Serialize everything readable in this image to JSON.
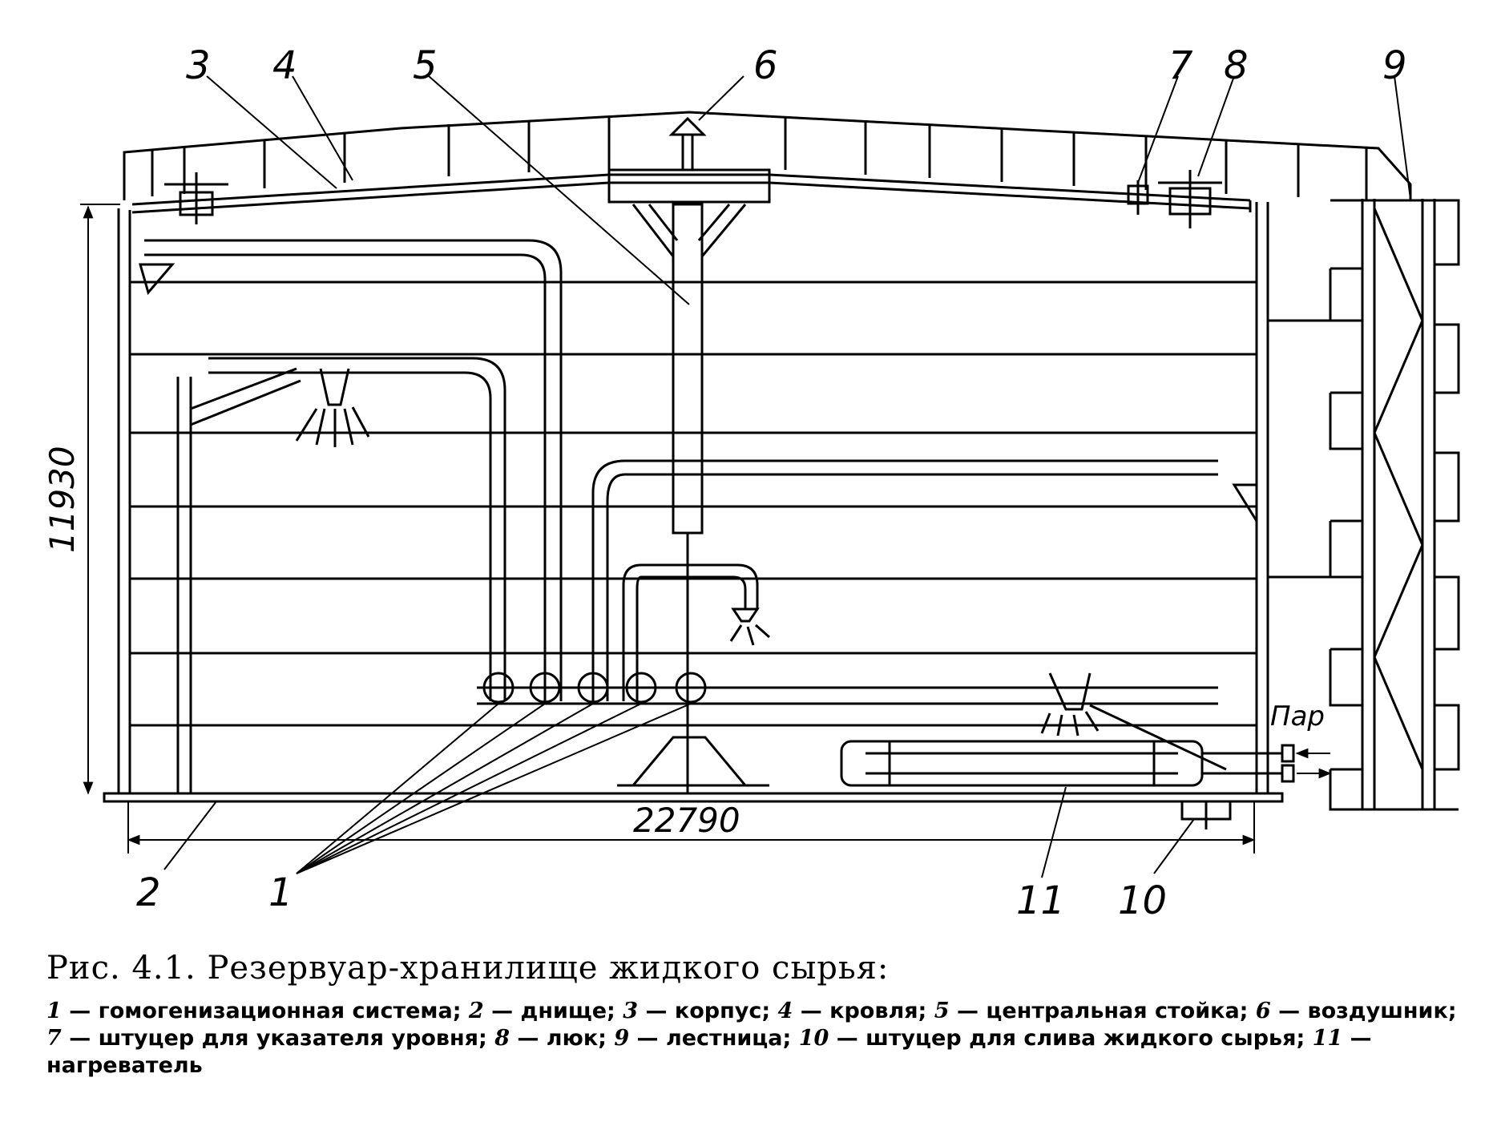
{
  "figure": {
    "callouts": [
      "1",
      "2",
      "3",
      "4",
      "5",
      "6",
      "7",
      "8",
      "9",
      "10",
      "11"
    ],
    "dimensions": {
      "height": "11930",
      "width": "22790"
    },
    "steam_label": "Пар"
  },
  "caption": {
    "title": "Рис. 4.1. Резервуар-хранилище жидкого сырья:",
    "legend": [
      {
        "num": "1",
        "text": "— гомогенизационная система;"
      },
      {
        "num": "2",
        "text": "— днище;"
      },
      {
        "num": "3",
        "text": "— корпус;"
      },
      {
        "num": "4",
        "text": "— кровля;"
      },
      {
        "num": "5",
        "text": "— центральная стойка;"
      },
      {
        "num": "6",
        "text": "— воздушник;"
      },
      {
        "num": "7",
        "text": "— штуцер для указателя уровня;"
      },
      {
        "num": "8",
        "text": "— люк;"
      },
      {
        "num": "9",
        "text": "— лестница;"
      },
      {
        "num": "10",
        "text": "— штуцер для слива жидкого сырья;"
      },
      {
        "num": "11",
        "text": "— нагреватель"
      }
    ]
  }
}
